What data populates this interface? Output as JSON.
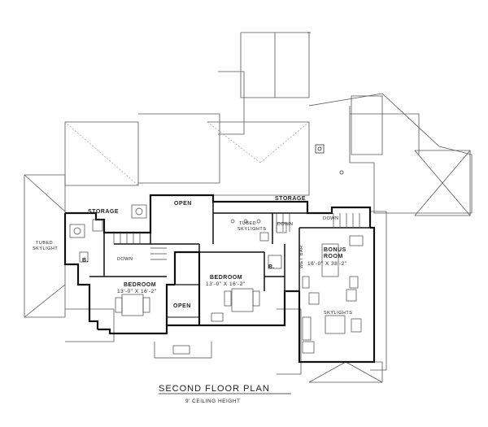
{
  "plan": {
    "title": "SECOND FLOOR PLAN",
    "subtitle": "9' CEILING HEIGHT"
  },
  "labels": {
    "storage_left": "STORAGE",
    "storage_right": "STORAGE",
    "open_top": "OPEN",
    "open_bottom": "OPEN",
    "tubed_skylights": "TUBED\nSKYLIGHTS",
    "tubed_skylight_left": "TUBED\nSKYLIGHT",
    "down_stair_left": "DOWN",
    "down_stair_mid": "DOWN",
    "down_stair_right": "DOWN",
    "bath_left": "B.",
    "bath_mid": "B.",
    "wet_bar": "WET BAR",
    "bedroom_left": "BEDROOM",
    "bedroom_left_dim": "13'-0\" X 16'-2\"",
    "bedroom_mid": "BEDROOM",
    "bedroom_mid_dim": "13'-0\" X 16'-2\"",
    "bonus_room": "BONUS ROOM",
    "bonus_room_dim": "16'-0\" X 38'-2\"",
    "skylights": "SKYLIGHTS"
  }
}
